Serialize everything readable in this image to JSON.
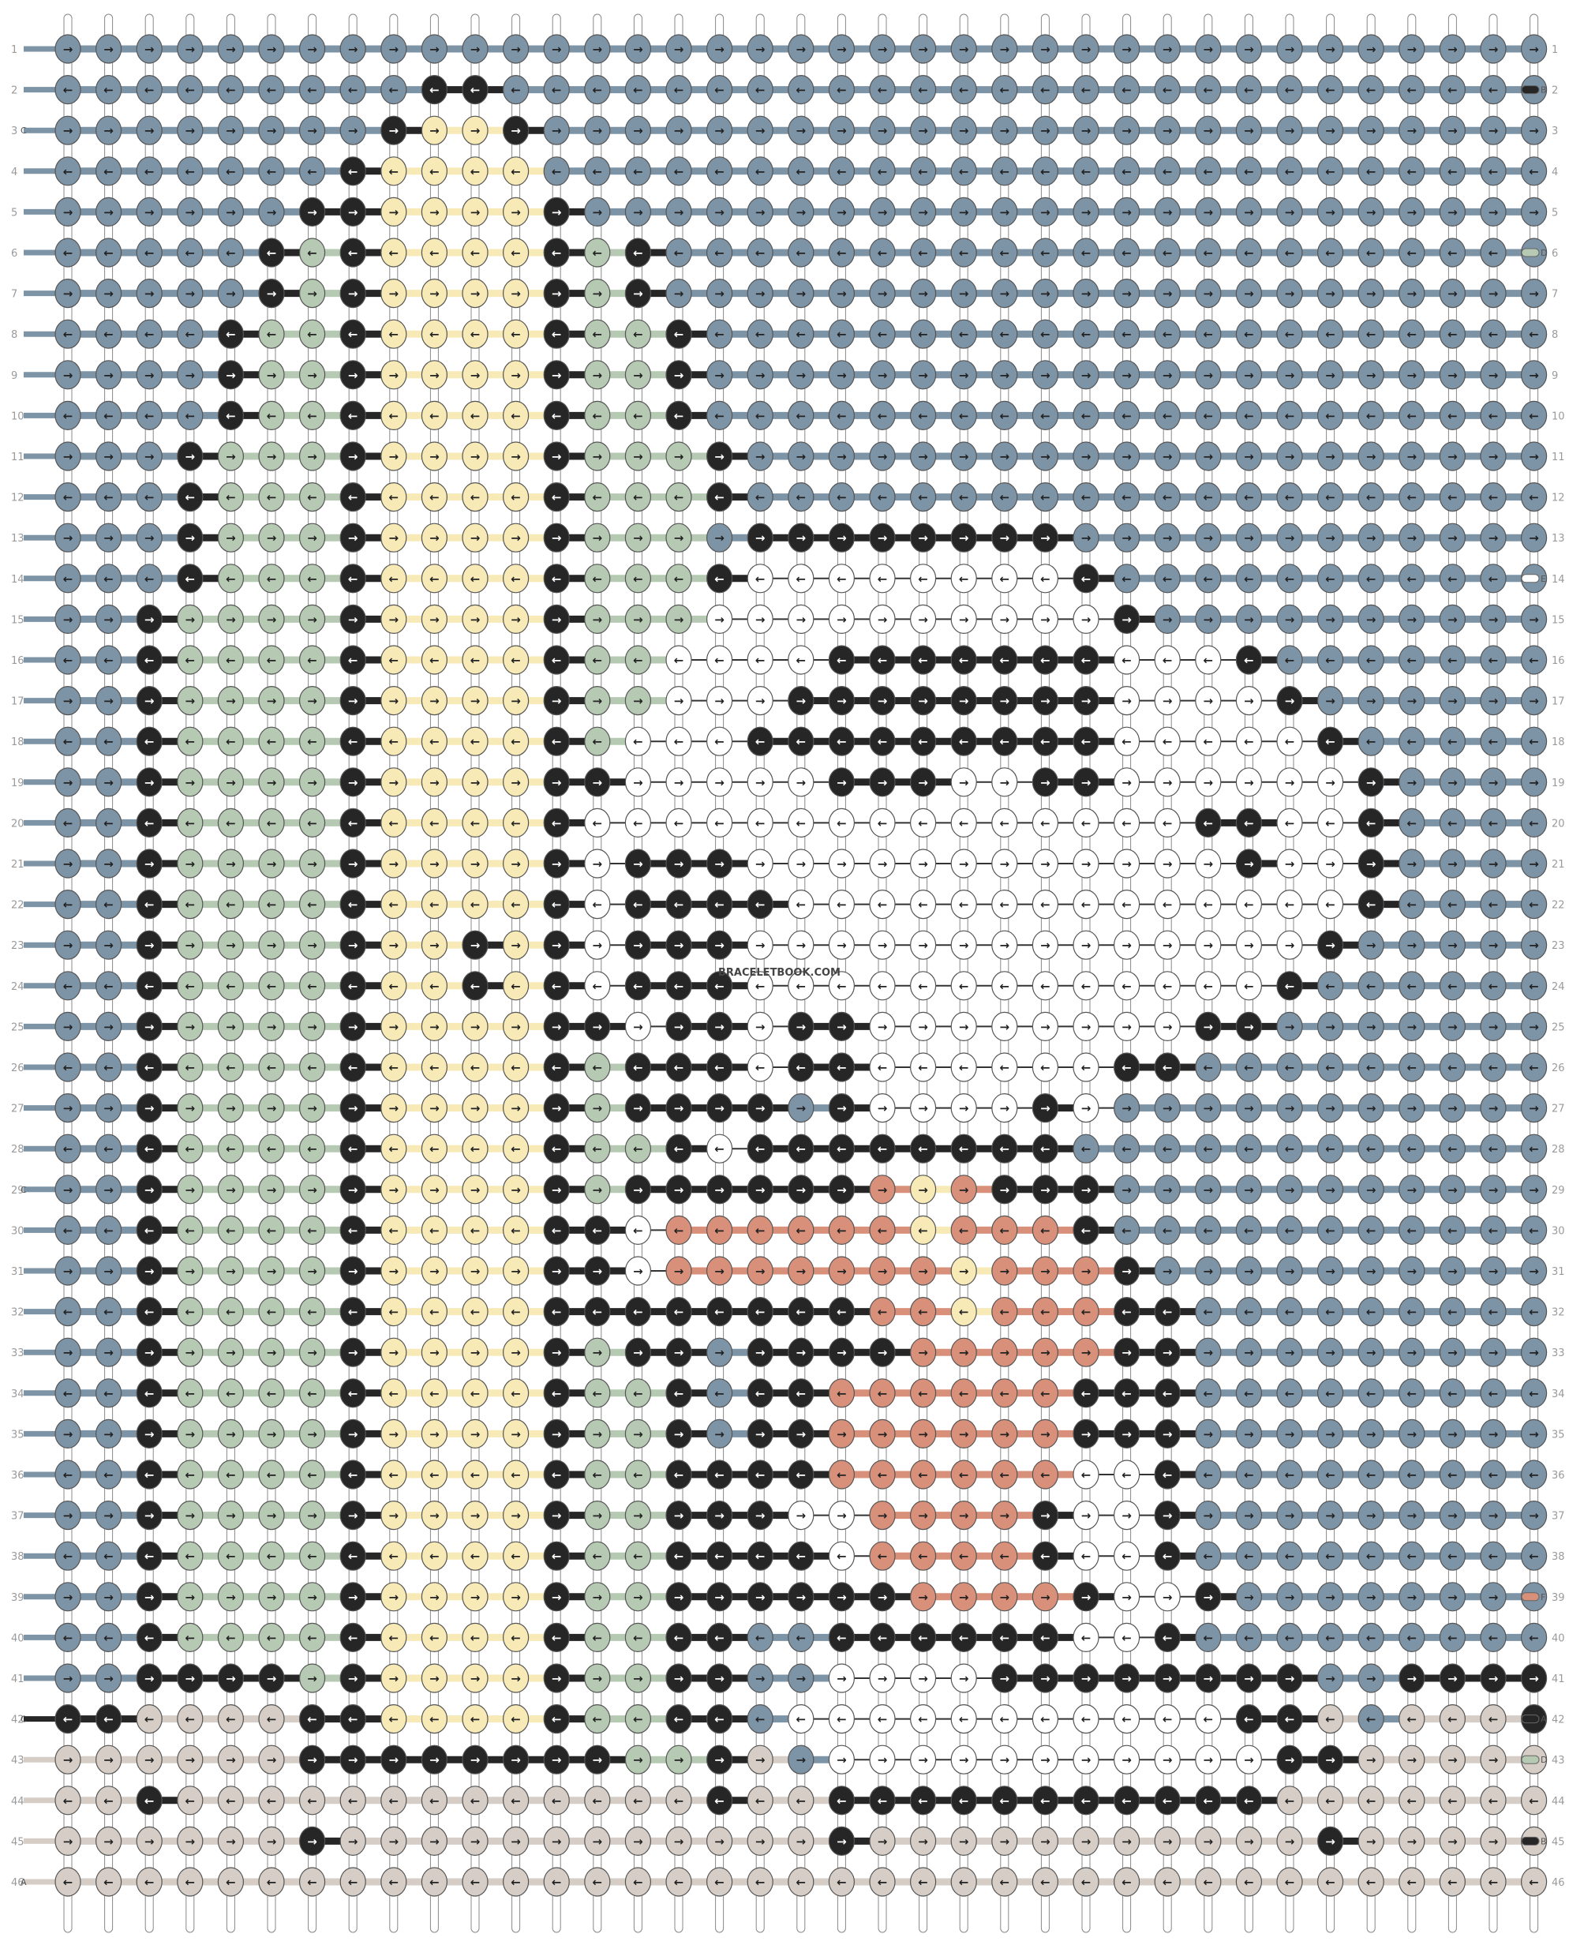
{
  "watermark": "BRACELETBOOK.COM",
  "colors": {
    "A": "#7d93a6",
    "B": "#262626",
    "C": "#f7eab6",
    "D": "#b6c9b3",
    "E": "#ffffff",
    "F": "#d9907a",
    "G": "#d6cec6"
  },
  "rows": 46,
  "knots_per_row_even": 37,
  "knots_per_row_odd": 37,
  "left_strand_labels": [
    {
      "row": 1,
      "label": "",
      "color": "A"
    },
    {
      "row": 3,
      "label": "C",
      "color": "C"
    },
    {
      "row": 29,
      "label": "C",
      "color": "F"
    },
    {
      "row": 42,
      "label": "C",
      "color": "C"
    },
    {
      "row": 46,
      "label": "A",
      "color": "G"
    }
  ],
  "right_strand_labels": [
    {
      "row": 2,
      "label": "B",
      "color": "B"
    },
    {
      "row": 6,
      "label": "D",
      "color": "D"
    },
    {
      "row": 14,
      "label": "E",
      "color": "E"
    },
    {
      "row": 39,
      "label": "F",
      "color": "F"
    },
    {
      "row": 42,
      "label": "A",
      "color": "B"
    },
    {
      "row": 43,
      "label": "D",
      "color": "D"
    },
    {
      "row": 45,
      "label": "B",
      "color": "B"
    }
  ],
  "grid": [
    "AAAAAAAAAAAAAAAAAAAAAAAAAAAAAAAAAAAAA",
    "AAAAAAAAABBAAAAAAAAAAAAAAAAAAAAAAAAAA",
    "AAAAAAAABCCBAAAAAAAAAAAAAAAAAAAAAAAAA",
    "AAAAAAABCCCCAAAAAAAAAAAAAAAAAAAAAAAAA",
    "AAAAAABBCCCCBAAAAAAAAAAAAAAAAAAAAAAAA",
    "AAAAABDBCCCCBDBAAAAAAAAAAAAAAAAAAAAAA",
    "AAAAABDBCCCCBDBAAAAAAAAAAAAAAAAAAAAAA",
    "AAAABDDBCCCCBDDBAAAAAAAAAAAAAAAAAAAAA",
    "AAAABDDBCCCCBDDBAAAAAAAAAAAAAAAAAAAAA",
    "AAAABDDBCCCCBDDBAAAAAAAAAAAAAAAAAAAAA",
    "AAABDDDBCCCCBDDDBAAAAAAAAAAAAAAAAAAAA",
    "AAABDDDBCCCCBDDDBAAAAAAAAAAAAAAAAAAAA",
    "AAABDDDBCCCCBDDDABBBBBBBBAAAAAAAAAAAA",
    "AAABDDDBCCCCBDDDBEEEEEEEEBAAAAAAAAAAA",
    "AABDDDDBCCCCBDDDEEEEEEEEEEBAAAAAAAAAA",
    "AABDDDDBCCCCBDDEEEEBBBBBBBEEEBAAAAAAA",
    "AABDDDDBCCCCBDDEEEBBBBBBBBEEEEBAAAAAA",
    "AABDDDDBCCCCBDEEEBBBBBBBBBEEEEEBAAAAA",
    "AABDDDDBCCCCBBEEEEEBBBEEBBEEEEEEBAAAA",
    "AABDDDDBCCCCBEEEEEEEEEEEEEEEBBEEBAAAA",
    "AABDDDDBCCCCBEBBBEEEEEEEEEEEEBEEBAAAA",
    "AABDDDDBCCCCBEBBBBEEEEEEEEEEEEEEBAAAA",
    "AABDDDDBCCBCBEBBBEEEEEEEEEEEEEEBAAAAA",
    "AABDDDDBCCBCBEBBBEEEEEEEEEEEEEBAAAAAA",
    "AABDDDDBCCCCBBEBBEBBEEEEEEEEBBAAAAAAA",
    "AABDDDDBCCCCBDBBBEBBEEEEEEBBAAAAAAAAA",
    "AABDDDDBCCCCBDBBBBABEEEEBEAAAAAAAAAAA",
    "AABDDDDBCCCCBDDBEBBBBBBBBAAAAAAAAAAAA",
    "AABDDDDBCCCCBDBBBBBBFCFBBBAAAAAAAAAAA",
    "AABDDDDBCCCCBBEFFFFFFCFFFBAAAAAAAAAAA",
    "AABDDDDBCCCCBBEFFFFFFFCFFFBAAAAAAAAAA",
    "AABDDDDBCCCCBBBBBBBBFFCFFFBBAAAAAAAAA",
    "AABDDDDBCCCCBDBBABBBBFFFFFBBAAAAAAAAA",
    "AABDDDDBCCCCBDDBABBFFFFFFBBBAAAAAAAAA",
    "AABDDDDBCCCCBDDBABBFFFFFFBBBAAAAAAAAA",
    "AABDDDDBCCCCBDDBBBBFFFFFFEEBAAAAAAAAA",
    "AABDDDDBCCCCBDDBBBEEFFFFBEEBAAAAAAAAA",
    "AABDDDDBCCCCBDDBBBBEFFFFBEEBAAAAAAAAA",
    "AABDDDDBCCCCBDDBBBBBBFFFFBEEBAAAAAAAA",
    "AABDDDDBCCCCBDDBBAABBBBBBEEBAAAAAAAAA",
    "AABBBBDBCCCCBDDBBAAEEEEBBBBBBBBAABBBB",
    "BBGGGGBBCCCCBDDBBAEEEEEEEEEEEBBGAGGGB",
    "GGGGGGBBBBBBBBDDBGAEEEEEEEEEEEBBGGGGG",
    "GGBGGGGGGGGGGGGGBGGBBBBBBBBBBBGGGGGGG",
    "GGGGGGBGGGGGGGGGGGGBGGGGGGGGGGGBGGGGG",
    "GGGGGGGGGGGGGGGGGGGGGGGGGGGGGGGGGGGGG"
  ],
  "directions": [
    "RRRRRRRRRRRRRRRRRRRRRRRRRRRRRRRRRRRRR",
    "LLLLLLLLLLLLLLLLLLLLLLLLLLLLLLLLLLLLL",
    "RRRRRRRRRRRRRRRRRRRRRRRRRRRRRRRRRRRRR",
    "LLLLLLLLLLLLLLLLLLLLLLLLLLLLLLLLLLLLL",
    "RRRRRRRRRRRRRRRRRRRRRRRRRRRRRRRRRRRRR",
    "LLLLLLLLLLLLLLLLLLLLLLLLLLLLLLLLLLLLL",
    "RRRRRRRRRRRRRRRRRRRRRRRRRRRRRRRRRRRRR",
    "LLLLLLLLLLLLLLLLLLLLLLLLLLLLLLLLLLLLL",
    "RRRRRRRRRRRRRRRRRRRRRRRRRRRRRRRRRRRRR",
    "LLLLLLLLLLLLLLLLLLLLLLLLLLLLLLLLLLLLL",
    "RRRRRRRRRRRRRRRRRRRRRRRRRRRRRRRRRRRRR",
    "LLLLLLLLLLLLLLLLLLLLLLLLLLLLLLLLLLLLL",
    "RRRRRRRRRRRRRRRRRRRRRRRRRRRRRRRRRRRRR",
    "LLLLLLLLLLLLLLLLLLLLLLLLLLLLLLLLLLLLL",
    "RRRRRRRRRRRRRRRRRRRRRRRRRRRRRRRRRRRRR",
    "LLLLLLLLLLLLLLLLLLLLLLLLLLLLLLLLLLLLL",
    "RRRRRRRRRRRRRRRRRRRRRRRRRRRRRRRRRRRRR",
    "LLLLLLLLLLLLLLLLLLLLLLLLLLLLLLLLLLLLL",
    "RRRRRRRRRRRRRRRRRRRRRRRRRRRRRRRRRRRRR",
    "LLLLLLLLLLLLLLLLLLLLLLLLLLLLLLLLLLLLL",
    "RRRRRRRRRRRRRRRRRRRRRRRRRRRRRRRRRRRRR",
    "LLLLLLLLLLLLLLLLLLLLLLLLLLLLLLLLLLLLL",
    "RRRRRRRRRRRRRRRRRRRRRRRRRRRRRRRRRRRRR",
    "LLLLLLLLLLLLLLLLLLLLLLLLLLLLLLLLLLLLL",
    "RRRRRRRRRRRRRRRRRRRRRRRRRRRRRRRRRRRRR",
    "LLLLLLLLLLLLLLLLLLLLLLLLLLLLLLLLLLLLL",
    "RRRRRRRRRRRRRRRRRRRRRRRRRRRRRRRRRRRRR",
    "LLLLLLLLLLLLLLLLLLLLLLLLLLLLLLLLLLLLL",
    "RRRRRRRRRRRRRRRRRRRRRRRRRRRRRRRRRRRRR",
    "LLLLLLLLLLLLLLLLLLLLLLLLLLLLLLLLLLLLL",
    "RRRRRRRRRRRRRRRRRRRRRRRRRRRRRRRRRRRRR",
    "LLLLLLLLLLLLLLLLLLLLLLLLLLLLLLLLLLLLL",
    "RRRRRRRRRRRRRRRRRRRRRRRRRRRRRRRRRRRRR",
    "LLLLLLLLLLLLLLLLLLLLLLLLLLLLLLLLLLLLL",
    "RRRRRRRRRRRRRRRRRRRRRRRRRRRRRRRRRRRRR",
    "LLLLLLLLLLLLLLLLLLLLLLLLLLLLLLLLLLLLL",
    "RRRRRRRRRRRRRRRRRRRRRRRRRRRRRRRRRRRRR",
    "LLLLLLLLLLLLLLLLLLLLLLLLLLLLLLLLLLLLL",
    "RRRRRRRRRRRRRRRRRRRRRRRRRRRRRRRRRRRRR",
    "LLLLLLLLLLLLLLLLLLLLLLLLLLLLLLLLLLLLL",
    "RRRRRRRRRRRRRRRRRRRRRRRRRRRRRRRRRRRRR",
    "LLLLLLLLLLLLLLLLLLLLLLLLLLLLLLLLLLLLL",
    "RRRRRRRRRRRRRRRRRRRRRRRRRRRRRRRRRRRRR",
    "LLLLLLLLLLLLLLLLLLLLLLLLLLLLLLLLLLLLL",
    "RRRRRRRRRRRRRRRRRRRRRRRRRRRRRRRRRRRRR",
    "LLLLLLLLLLLLLLLLLLLLLLLLLLLLLLLLLLLLL"
  ]
}
